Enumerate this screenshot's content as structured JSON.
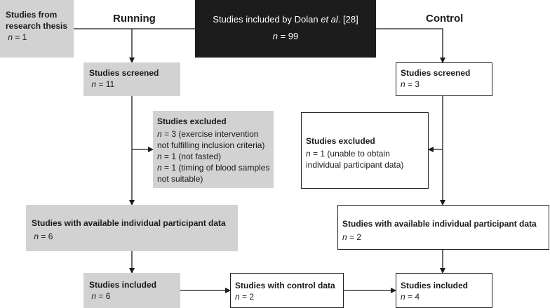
{
  "headings": {
    "running": "Running",
    "control": "Control"
  },
  "top": {
    "title_prefix": "Studies included by Dolan ",
    "title_italic": "et al",
    "title_suffix": ". [28]",
    "n": "99"
  },
  "research": {
    "title": "Studies from research thesis",
    "n": "1"
  },
  "running": {
    "screened": {
      "title": "Studies screened",
      "n": "11"
    },
    "excluded": {
      "title": "Studies excluded",
      "items": [
        {
          "n": "3",
          "reason": "(exercise intervention not fulfilling inclusion criteria)"
        },
        {
          "n": "1",
          "reason": "(not fasted)"
        },
        {
          "n": "1",
          "reason": "(timing of blood samples not suitable)"
        }
      ]
    },
    "available": {
      "title": "Studies with available individual participant data",
      "n": "6"
    },
    "included": {
      "title": "Studies included",
      "n": "6"
    }
  },
  "middle": {
    "control_data": {
      "title": "Studies with control data",
      "n": "2"
    }
  },
  "control": {
    "screened": {
      "title": "Studies screened",
      "n": "3"
    },
    "excluded": {
      "title": "Studies excluded",
      "n": "1",
      "reason": "(unable to obtain individual participant data)"
    },
    "available": {
      "title": "Studies with available individual participant data",
      "n": "2"
    },
    "included": {
      "title": "Studies included",
      "n": "4"
    }
  },
  "n_label": "n",
  "colors": {
    "grey_box": "#d2d2d2",
    "dark_box": "#1c1c1c",
    "line": "#1a1a1a"
  }
}
